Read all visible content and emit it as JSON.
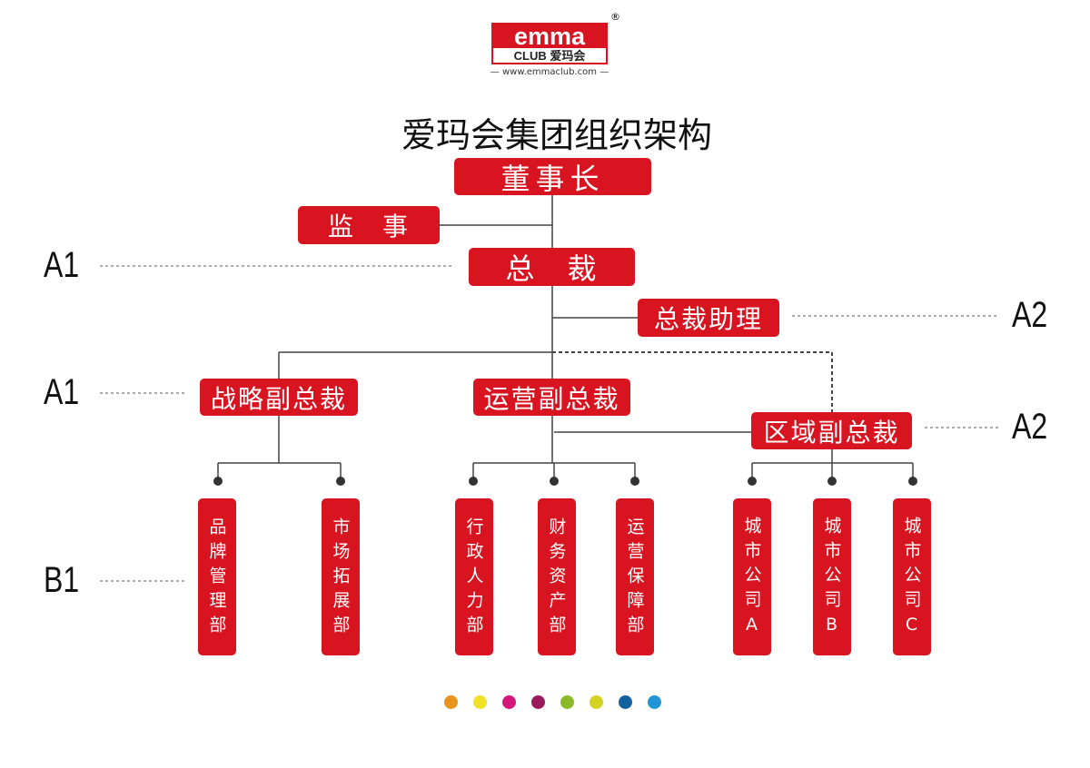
{
  "logo": {
    "brand": "emma",
    "sub": "CLUB 爱玛会",
    "reg": "®",
    "url": "— www.emmaclub.com —"
  },
  "title": "爱玛会集团组织架构",
  "nodes": {
    "chairman": "董事长",
    "supervisor": "监　事",
    "president": "总　裁",
    "president_assistant": "总裁助理",
    "strategy_vp": "战略副总裁",
    "operations_vp": "运营副总裁",
    "regional_vp": "区域副总裁"
  },
  "departments": [
    "品牌管理部",
    "市场拓展部",
    "行政人力部",
    "财务资产部",
    "运营保障部",
    "城市公司A",
    "城市公司B",
    "城市公司C"
  ],
  "levels": {
    "a1_top": "A1",
    "a2_top": "A2",
    "a1_mid": "A1",
    "a2_mid": "A2",
    "b1": "B1"
  },
  "dot_colors": [
    "#e9921c",
    "#f0e226",
    "#d5167a",
    "#9b1a5c",
    "#8bb929",
    "#d3d421",
    "#11619f",
    "#2195d5"
  ]
}
